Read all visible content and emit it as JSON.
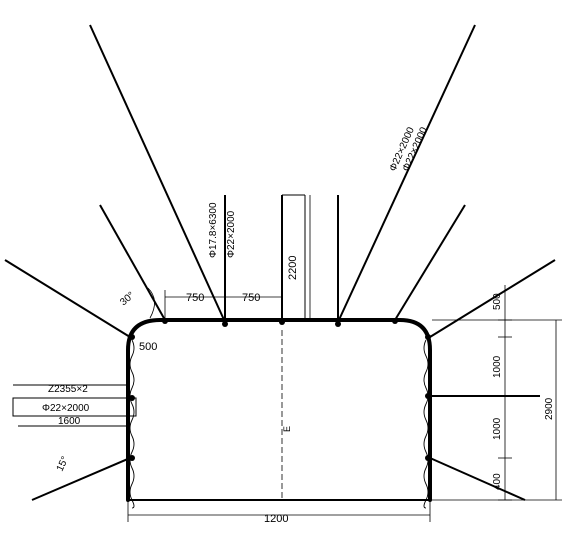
{
  "diagram": {
    "labels": {
      "top_spacing_left": "750",
      "top_spacing_right": "750",
      "bolt_left_spec_1": "Φ22×2000",
      "bolt_left_spec_2": "Φ22×2000",
      "cable_spec_1": "Φ17.8×6300",
      "cable_spec_2": "Φ22×2000",
      "center_height": "2200",
      "angle_left": "30°",
      "corner_radius": "500",
      "side_top": "500",
      "side_mid_upper": "1000",
      "side_mid_lower": "1000",
      "side_bottom": "400",
      "total_height": "2900",
      "width": "1200",
      "mesh_note_1": "Z2355×2",
      "mesh_note_2": "Φ22×2000",
      "side_bolt_length": "1600",
      "angle_bottom": "15°",
      "center_mark": "E"
    }
  }
}
